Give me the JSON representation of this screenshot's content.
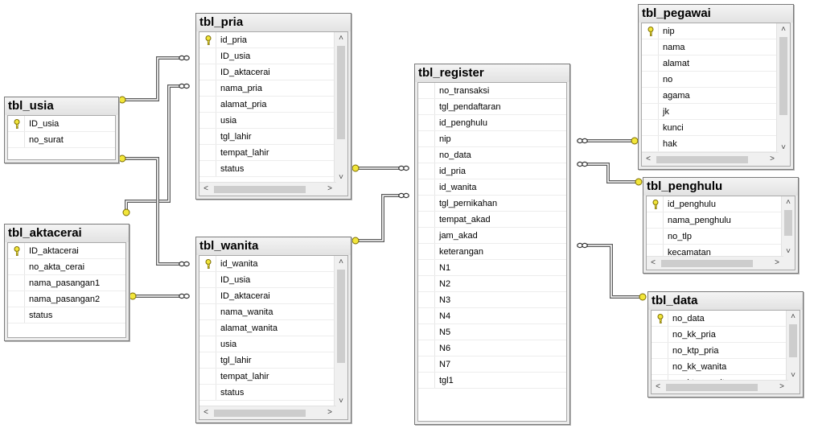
{
  "tables": [
    {
      "id": "tbl_usia",
      "title": "tbl_usia",
      "pk": "ID_usia",
      "columns": [
        "ID_usia",
        "no_surat"
      ],
      "vscroll": false,
      "hscroll": false
    },
    {
      "id": "tbl_pria",
      "title": "tbl_pria",
      "pk": "id_pria",
      "columns": [
        "id_pria",
        "ID_usia",
        "ID_aktacerai",
        "nama_pria",
        "alamat_pria",
        "usia",
        "tgl_lahir",
        "tempat_lahir",
        "status"
      ],
      "vscroll": true,
      "hscroll": true
    },
    {
      "id": "tbl_aktacerai",
      "title": "tbl_aktacerai",
      "pk": "ID_aktacerai",
      "columns": [
        "ID_aktacerai",
        "no_akta_cerai",
        "nama_pasangan1",
        "nama_pasangan2",
        "status"
      ],
      "vscroll": false,
      "hscroll": false
    },
    {
      "id": "tbl_wanita",
      "title": "tbl_wanita",
      "pk": "id_wanita",
      "columns": [
        "id_wanita",
        "ID_usia",
        "ID_aktacerai",
        "nama_wanita",
        "alamat_wanita",
        "usia",
        "tgl_lahir",
        "tempat_lahir",
        "status"
      ],
      "vscroll": true,
      "hscroll": true
    },
    {
      "id": "tbl_register",
      "title": "tbl_register",
      "pk": "",
      "columns": [
        "no_transaksi",
        "tgl_pendaftaran",
        "id_penghulu",
        "nip",
        "no_data",
        "id_pria",
        "id_wanita",
        "tgl_pernikahan",
        "tempat_akad",
        "jam_akad",
        "keterangan",
        "N1",
        "N2",
        "N3",
        "N4",
        "N5",
        "N6",
        "N7",
        "tgl1"
      ],
      "vscroll": false,
      "hscroll": false
    },
    {
      "id": "tbl_pegawai",
      "title": "tbl_pegawai",
      "pk": "nip",
      "columns": [
        "nip",
        "nama",
        "alamat",
        "no",
        "agama",
        "jk",
        "kunci",
        "hak"
      ],
      "vscroll": true,
      "hscroll": true
    },
    {
      "id": "tbl_penghulu",
      "title": "tbl_penghulu",
      "pk": "id_penghulu",
      "columns": [
        "id_penghulu",
        "nama_penghulu",
        "no_tlp",
        "kecamatan"
      ],
      "vscroll": true,
      "hscroll": true
    },
    {
      "id": "tbl_data",
      "title": "tbl_data",
      "pk": "no_data",
      "columns": [
        "no_data",
        "no_kk_pria",
        "no_ktp_pria",
        "no_kk_wanita",
        "no_ktp_wanita"
      ],
      "vscroll": true,
      "hscroll": true
    }
  ],
  "relationships": [
    {
      "from": "tbl_usia",
      "to": "tbl_pria",
      "type": "one-to-many"
    },
    {
      "from": "tbl_aktacerai",
      "to": "tbl_pria",
      "type": "one-to-many"
    },
    {
      "from": "tbl_usia",
      "to": "tbl_wanita",
      "type": "one-to-many"
    },
    {
      "from": "tbl_aktacerai",
      "to": "tbl_wanita",
      "type": "one-to-many"
    },
    {
      "from": "tbl_pria",
      "to": "tbl_register",
      "type": "one-to-many"
    },
    {
      "from": "tbl_wanita",
      "to": "tbl_register",
      "type": "one-to-many"
    },
    {
      "from": "tbl_pegawai",
      "to": "tbl_register",
      "type": "one-to-many"
    },
    {
      "from": "tbl_penghulu",
      "to": "tbl_register",
      "type": "one-to-many"
    },
    {
      "from": "tbl_data",
      "to": "tbl_register",
      "type": "one-to-many"
    }
  ],
  "icons": {
    "primary_key": "key-icon",
    "one_end": "key-icon",
    "many_end": "infinity-icon",
    "scroll_up": "chevron-up-icon",
    "scroll_down": "chevron-down-icon",
    "scroll_left": "chevron-left-icon",
    "scroll_right": "chevron-right-icon"
  },
  "colors": {
    "key_fill": "#f2e63a",
    "key_stroke": "#7a6a00",
    "line": "#5a5a5a",
    "header_bg": "#e6e6e6",
    "border": "#7a7a7a"
  }
}
